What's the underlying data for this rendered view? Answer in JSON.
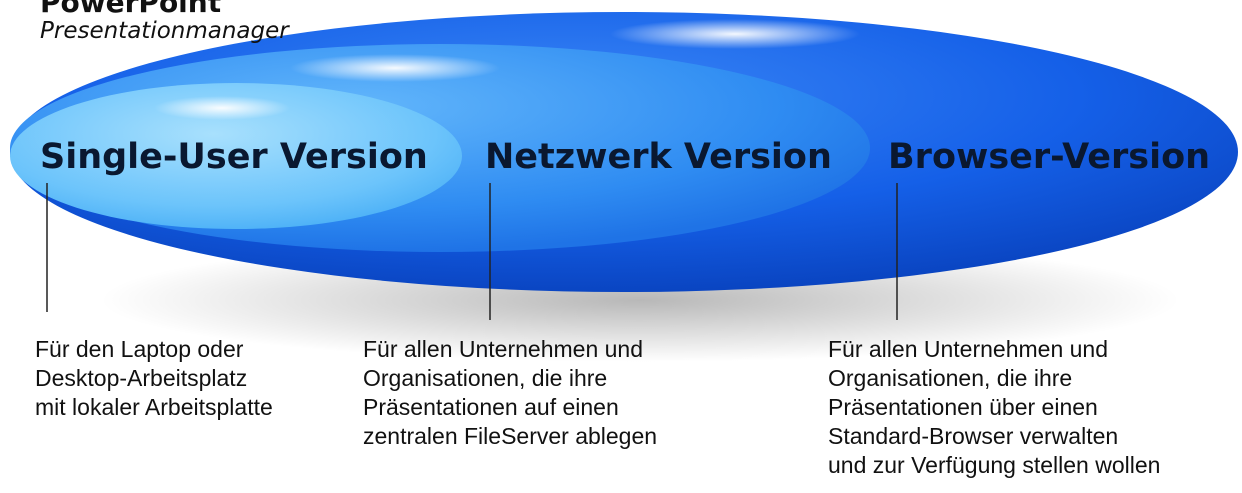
{
  "header": {
    "app_name": "PowerPoint",
    "subtitle": "Presentationmanager"
  },
  "versions": [
    {
      "label": "Single-User Version",
      "description": [
        "Für den Laptop oder",
        "Desktop-Arbeitsplatz",
        "mit lokaler Arbeitsplatte"
      ]
    },
    {
      "label": "Netzwerk Version",
      "description": [
        "Für allen Unternehmen und",
        "Organisationen, die ihre",
        "Präsentationen auf einen",
        "zentralen FileServer ablegen"
      ]
    },
    {
      "label": "Browser-Version",
      "description": [
        "Für allen Unternehmen und",
        "Organisationen, die ihre",
        "Präsentationen über einen",
        "Standard-Browser verwalten",
        "und zur Verfügung stellen wollen"
      ]
    }
  ],
  "colors": {
    "outer": "#1560e8",
    "middle": "#2f8cf2",
    "inner": "#6cc4fb"
  }
}
